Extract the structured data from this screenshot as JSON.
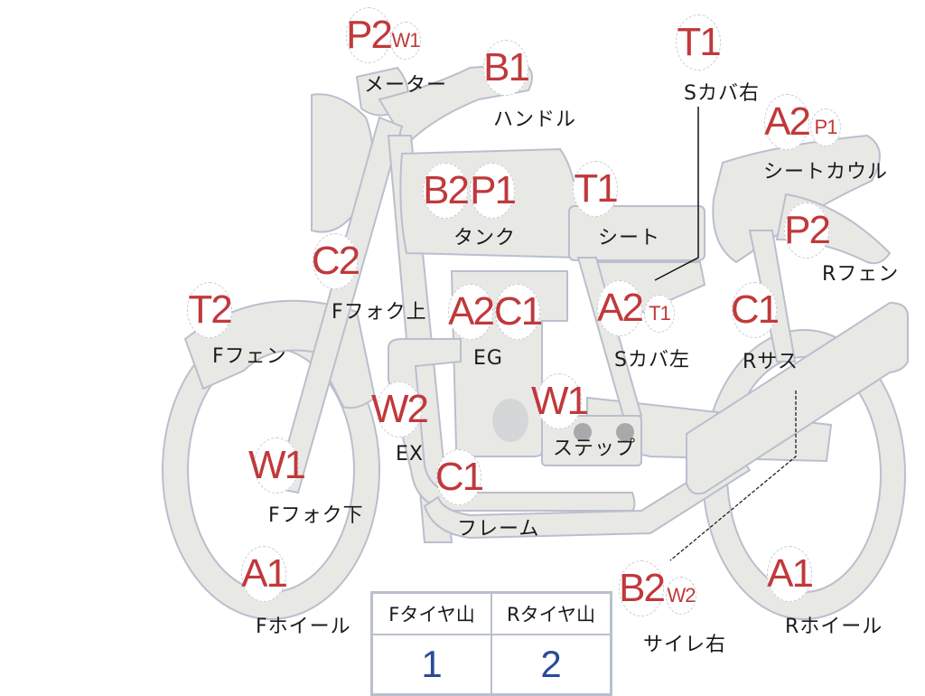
{
  "diagram": {
    "subject": "motorcycle parts condition map",
    "colors": {
      "code": "#c0393b",
      "part_fill": "#e8e8e5",
      "outline": "#b9bfcc",
      "tire_value": "#2b4a9a"
    },
    "parts": [
      {
        "id": "meter",
        "label": "メーター",
        "codes": [
          "P2",
          "W1"
        ]
      },
      {
        "id": "handle",
        "label": "ハンドル",
        "codes": [
          "B1"
        ]
      },
      {
        "id": "s-cover-right",
        "label": "Sカバ右",
        "codes": [
          "T1"
        ]
      },
      {
        "id": "seat-cowl",
        "label": "シートカウル",
        "codes": [
          "A2",
          "P1"
        ]
      },
      {
        "id": "tank",
        "label": "タンク",
        "codes": [
          "B2",
          "P1"
        ]
      },
      {
        "id": "seat",
        "label": "シート",
        "codes": [
          "T1"
        ]
      },
      {
        "id": "r-fender",
        "label": "Rフェン",
        "codes": [
          "P2"
        ]
      },
      {
        "id": "f-fork-upper",
        "label": "Fフォク上",
        "codes": [
          "C2"
        ]
      },
      {
        "id": "f-fender",
        "label": "Fフェン",
        "codes": [
          "T2"
        ]
      },
      {
        "id": "engine",
        "label": "EG",
        "codes": [
          "A2",
          "C1"
        ]
      },
      {
        "id": "s-cover-left",
        "label": "Sカバ左",
        "codes": [
          "A2",
          "T1"
        ]
      },
      {
        "id": "r-suspension",
        "label": "Rサス",
        "codes": [
          "C1"
        ]
      },
      {
        "id": "exhaust",
        "label": "EX",
        "codes": [
          "W2"
        ]
      },
      {
        "id": "step",
        "label": "ステップ",
        "codes": [
          "W1"
        ]
      },
      {
        "id": "f-fork-lower",
        "label": "Fフォク下",
        "codes": [
          "W1"
        ]
      },
      {
        "id": "frame",
        "label": "フレーム",
        "codes": [
          "C1"
        ]
      },
      {
        "id": "f-wheel",
        "label": "Fホイール",
        "codes": [
          "A1"
        ]
      },
      {
        "id": "silencer-right",
        "label": "サイレ右",
        "codes": [
          "B2",
          "W2"
        ]
      },
      {
        "id": "r-wheel",
        "label": "Rホイール",
        "codes": [
          "A1"
        ]
      }
    ],
    "tire_table": {
      "headers": [
        "Fタイヤ山",
        "Rタイヤ山"
      ],
      "values": [
        "1",
        "2"
      ]
    }
  }
}
